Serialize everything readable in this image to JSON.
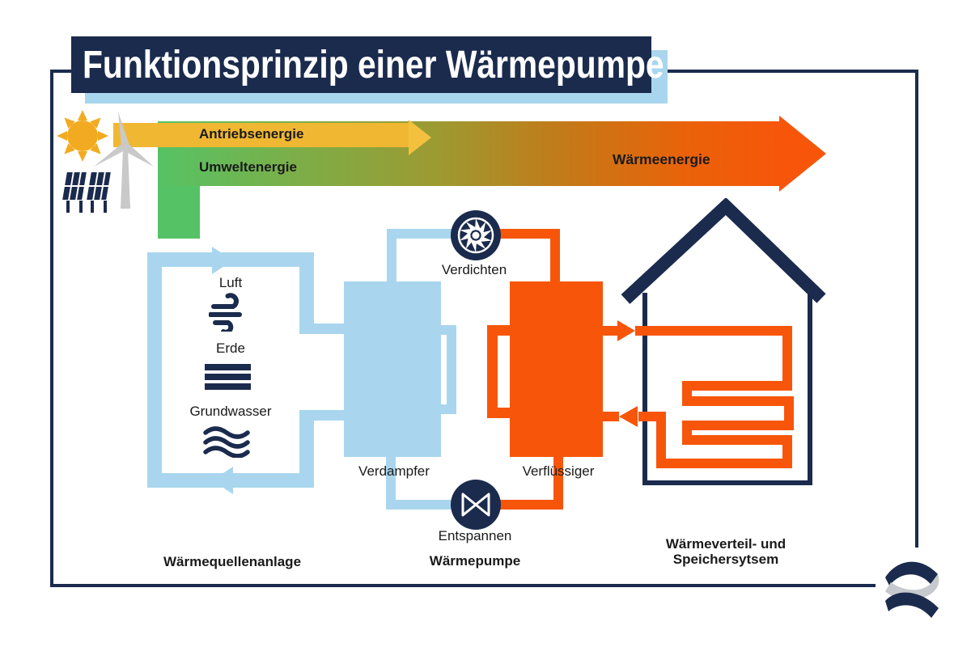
{
  "title": "Funktionsprinzip einer Wärmepumpe",
  "colors": {
    "navy": "#1b2b4d",
    "light_blue": "#a9d6ee",
    "orange": "#f7560a",
    "yellow": "#f0b733",
    "yellow_light": "#f3c13e",
    "green": "#55c365",
    "turbine_gray": "#c9c9c9",
    "silver": "#c6c9ce",
    "text": "#1a1a1a",
    "white": "#ffffff"
  },
  "band_gradient_stops": [
    "#55c365",
    "#9d9a31",
    "#c37a19",
    "#f7560a"
  ],
  "energy_bands": {
    "antriebsenergie": "Antriebsenergie",
    "umweltenergie": "Umweltenergie",
    "waermeenergie": "Wärmeenergie"
  },
  "heat_sources": {
    "luft": "Luft",
    "erde": "Erde",
    "grundwasser": "Grundwasser",
    "caption": "Wärmequellenanlage"
  },
  "heat_pump": {
    "verdichten": "Verdichten",
    "verdampfer": "Verdampfer",
    "verfluessiger": "Verflüssiger",
    "entspannen": "Entspannen",
    "caption": "Wärmepumpe"
  },
  "distribution": {
    "caption_line1": "Wärmeverteil- und",
    "caption_line2": "Speichersytsem"
  },
  "icons": {
    "sun": "sun-icon",
    "wind_turbine": "wind-turbine-icon",
    "solar_panel": "solar-panel-icon",
    "wind": "wind-icon",
    "earth": "earth-icon",
    "groundwater": "groundwater-icon",
    "fan": "fan-icon",
    "valve": "expansion-valve-icon",
    "house": "house-icon",
    "coil": "heating-coil-icon",
    "logo": "ribbon-logo-icon"
  }
}
